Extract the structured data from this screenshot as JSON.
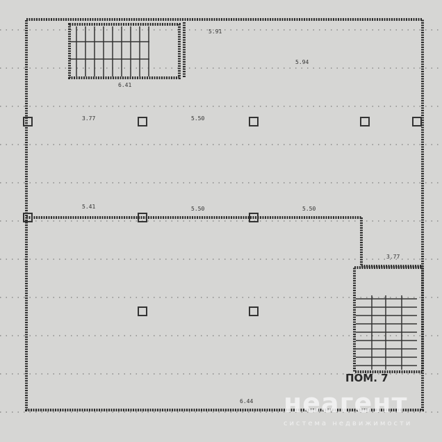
{
  "plan": {
    "room_label": "ПОМ. 7",
    "dimensions": [
      "5.91",
      "6.41",
      "5.50",
      "3.77",
      "5.94",
      "5.41",
      "5.50",
      "5.50",
      "6.44",
      "3.77"
    ]
  },
  "watermark": {
    "brand": "неагент",
    "tagline": "система недвижимости"
  }
}
